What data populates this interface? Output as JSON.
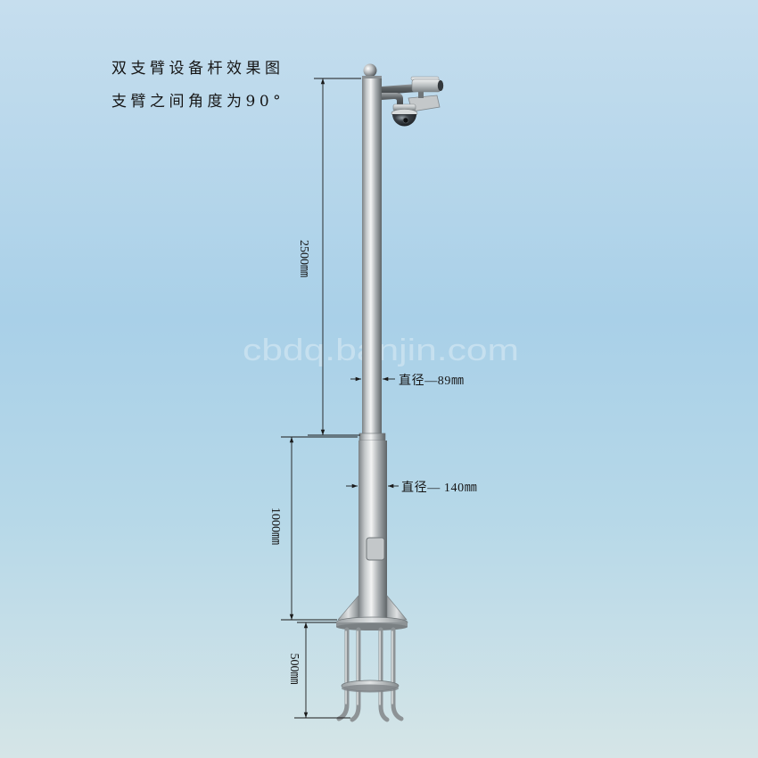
{
  "title": "双支臂设备杆效果图",
  "subtitle": "支臂之间角度为90°",
  "dimensions": {
    "upper_height": "2500㎜",
    "lower_height": "1000㎜",
    "foundation_height": "500㎜",
    "upper_diameter": "直径—89㎜",
    "lower_diameter": "直径— 140㎜"
  },
  "watermark": "cbdq.banjin.com",
  "icons": {
    "bullet_camera": "bullet-camera-icon",
    "dome_camera": "dome-camera-icon"
  },
  "colors": {
    "background_top": "#c6deee",
    "background_mid": "#a9d0e8",
    "background_bottom": "#d5e5e7",
    "pole_metal": "#b9bdbf",
    "dimension_ink": "#1a1a1a"
  }
}
